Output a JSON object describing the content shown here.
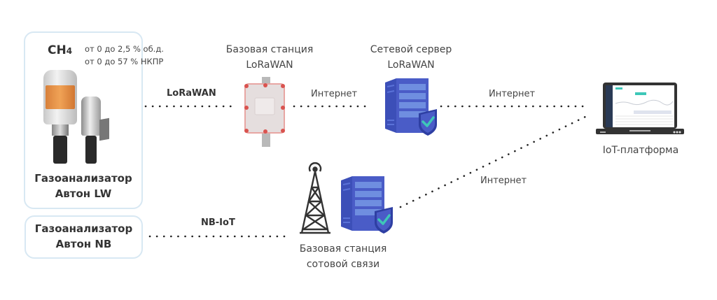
{
  "device_lw": {
    "gas": "CH",
    "gas_sub": "4",
    "range_line1": "от 0 до 2,5 % об.д.",
    "range_line2": "от 0 до 57 % НКПР",
    "title_line1": "Газоанализатор",
    "title_line2": "Автон LW"
  },
  "device_nb": {
    "title_line1": "Газоанализатор",
    "title_line2": "Автон NB"
  },
  "links": {
    "lorawan": "LoRaWAN",
    "internet_1": "Интернет",
    "internet_2": "Интернет",
    "internet_3": "Интернет",
    "nbiot": "NB-IoT"
  },
  "nodes": {
    "lora_station_line1": "Базовая станция",
    "lora_station_line2": "LoRaWAN",
    "network_server_line1": "Сетевой сервер",
    "network_server_line2": "LoRaWAN",
    "iot_platform": "IoT-платформа",
    "cell_station_line1": "Базовая станция",
    "cell_station_line2": "сотовой связи"
  },
  "colors": {
    "box_border": "#d8e8f3",
    "server_blue": "#4a5cc7",
    "shield_teal": "#3ec7b8",
    "gateway_red": "#d9534f"
  }
}
